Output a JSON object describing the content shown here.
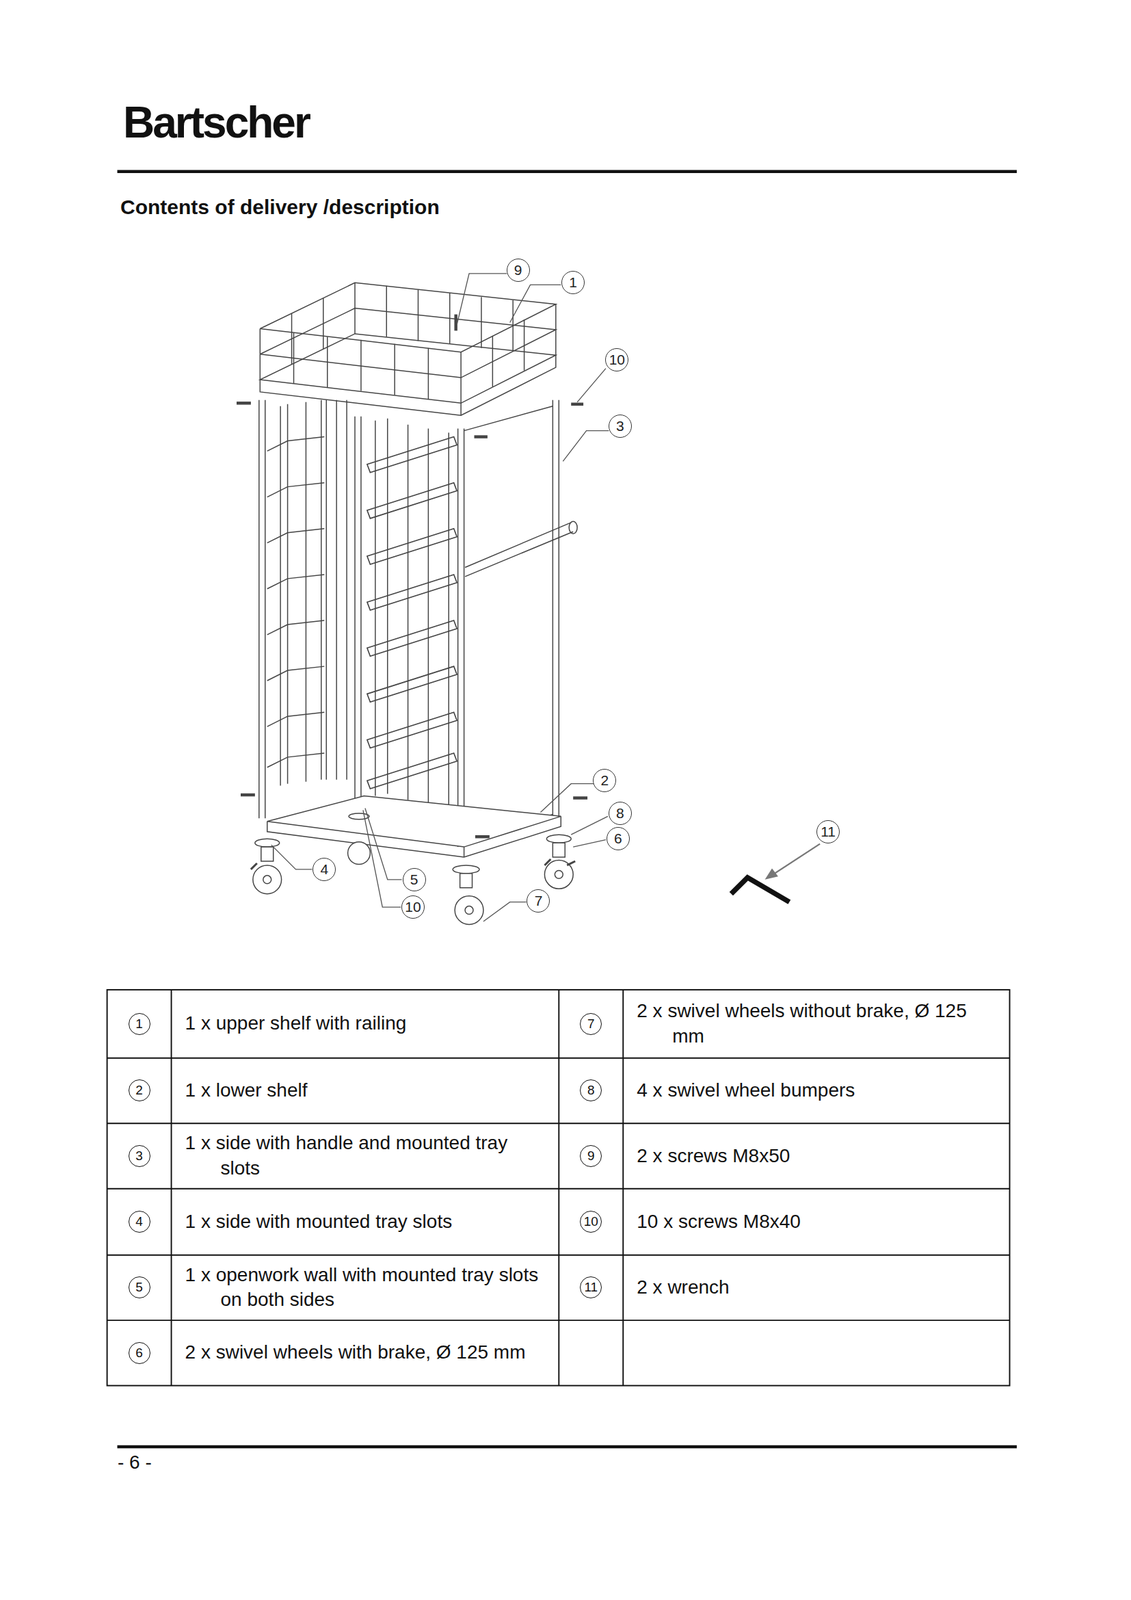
{
  "diagram": {
    "title": "Contents of delivery /description",
    "labels": [
      "Bartscher",
      "9",
      "1",
      "10",
      "3",
      "2",
      "8",
      "6",
      "4",
      "5",
      "10",
      "7",
      "11",
      "1",
      "1 x upper shelf with railing",
      "7",
      "2 x swivel wheels without brake, Ø 125 mm",
      "2",
      "1 x lower shelf",
      "8",
      "4 x swivel wheel bumpers",
      "3",
      "1 x side with handle and mounted tray slots",
      "9",
      "2 x screws M8x50",
      "4",
      "1 x side with mounted tray slots",
      "10",
      "10 x screws M8x40",
      "5",
      "1 x openwork wall with mounted tray slots on both sides",
      "11",
      "2 x wrench",
      "6",
      "2 x swivel wheels with brake, Ø 125 mm",
      "- 6 -"
    ]
  }
}
